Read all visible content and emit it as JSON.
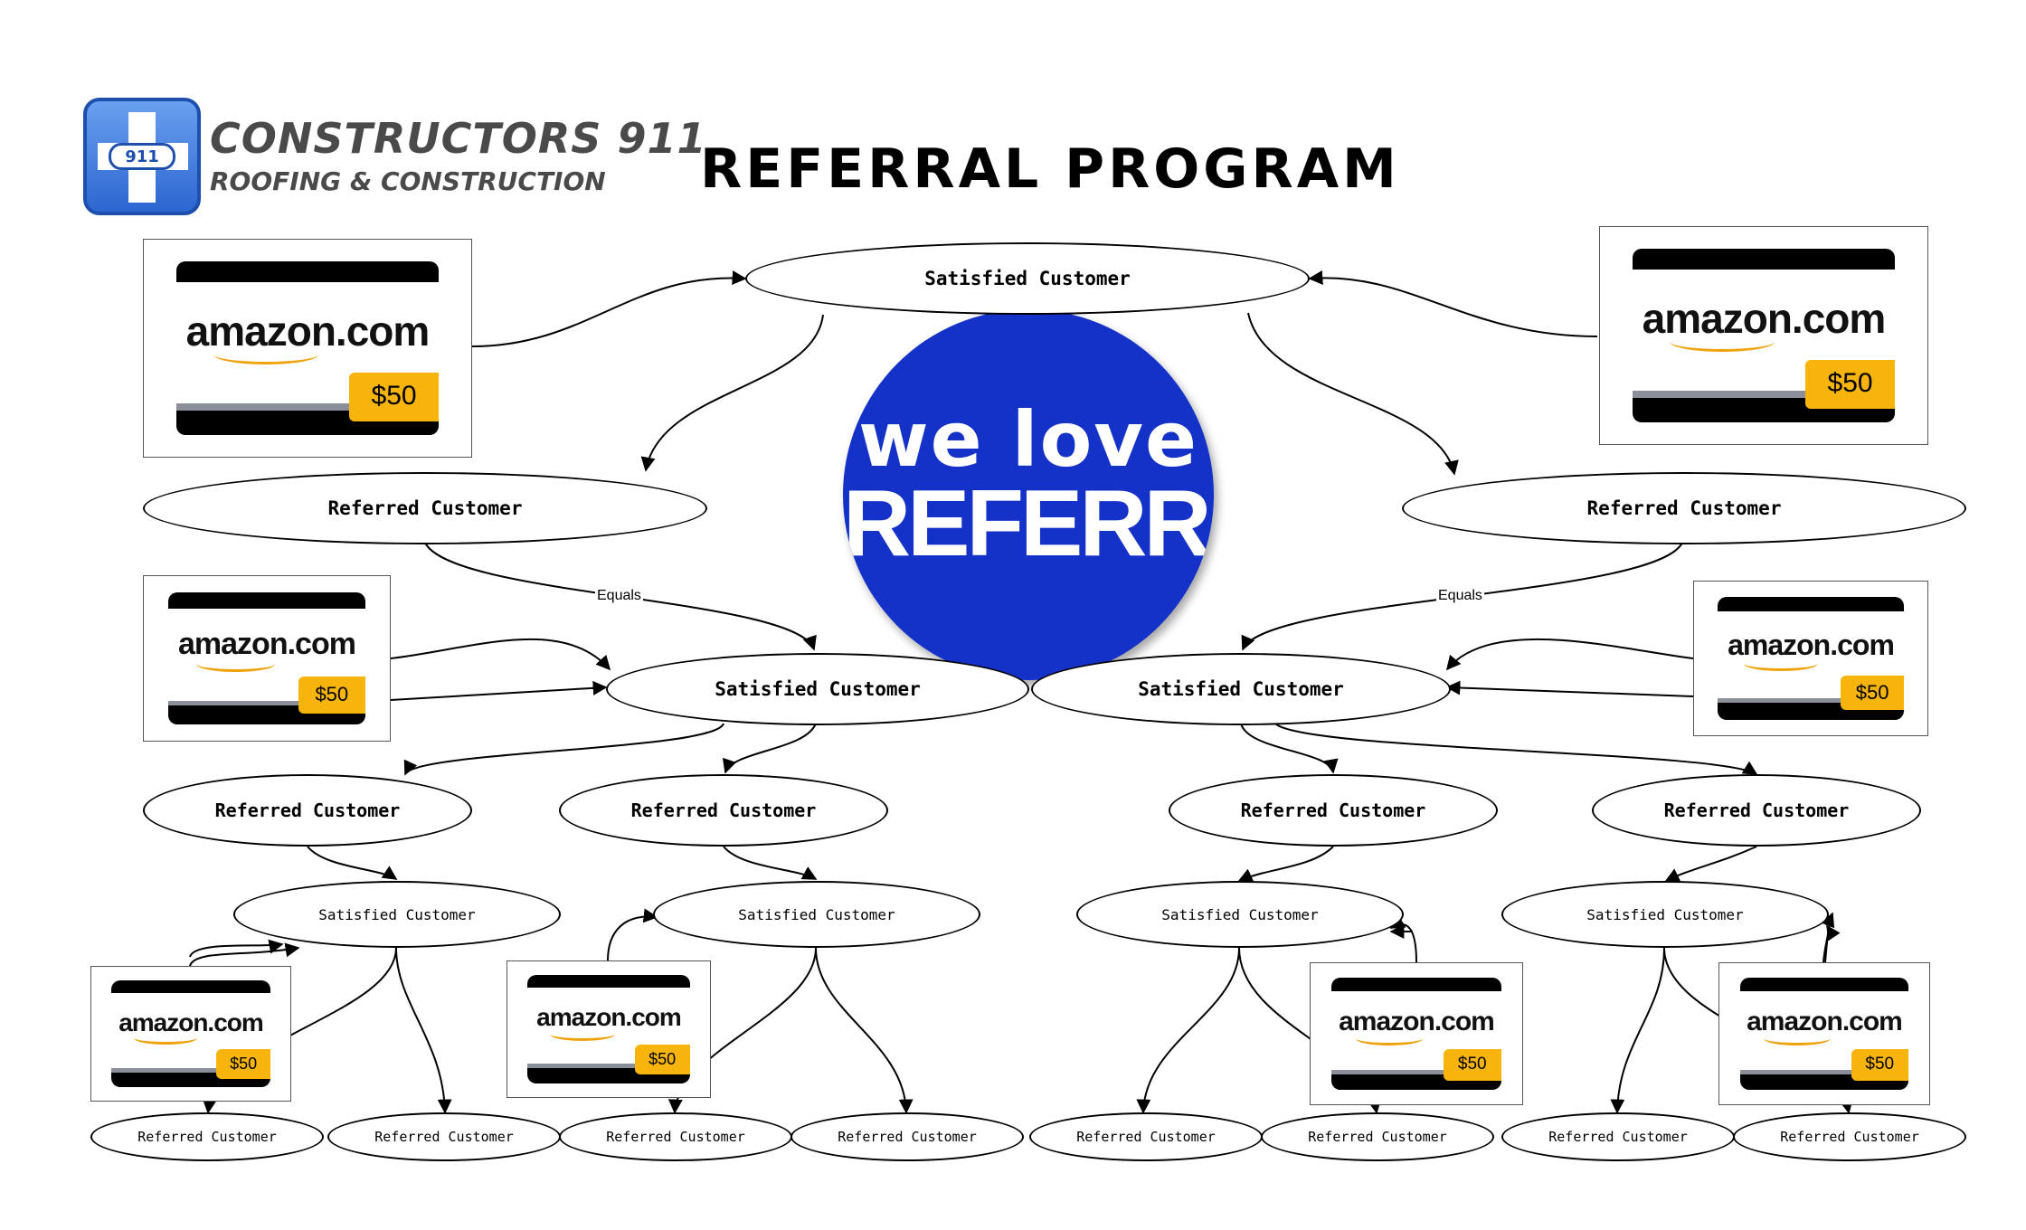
{
  "logo": {
    "number": "911",
    "name": "CONSTRUCTORS 911",
    "subtitle": "ROOFING & CONSTRUCTION"
  },
  "title": "REFERRAL PROGRAM",
  "badge": {
    "line1": "we love",
    "line2": "REFERRALS"
  },
  "gift_card": {
    "brand": "amazon.com",
    "amount": "$50"
  },
  "nodes": {
    "root": "Satisfied Customer",
    "ref_l1": "Referred Customer",
    "ref_r1": "Referred Customer",
    "sat_l2": "Satisfied Customer",
    "sat_r2": "Satisfied Customer",
    "ref_l3a": "Referred Customer",
    "ref_l3b": "Referred Customer",
    "ref_r3a": "Referred Customer",
    "ref_r3b": "Referred Customer",
    "sat_4a": "Satisfied Customer",
    "sat_4b": "Satisfied Customer",
    "sat_4c": "Satisfied Customer",
    "sat_4d": "Satisfied Customer",
    "ref_5a": "Referred Customer",
    "ref_5b": "Referred Customer",
    "ref_5c": "Referred Customer",
    "ref_5d": "Referred Customer",
    "ref_5e": "Referred Customer",
    "ref_5f": "Referred Customer",
    "ref_5g": "Referred Customer",
    "ref_5h": "Referred Customer"
  },
  "edge_labels": {
    "left": "Equals",
    "right": "Equals"
  },
  "colors": {
    "badge_blue": "#1431c8",
    "logo_blue": "#2c66d0",
    "card_orange": "#f7b40d"
  }
}
